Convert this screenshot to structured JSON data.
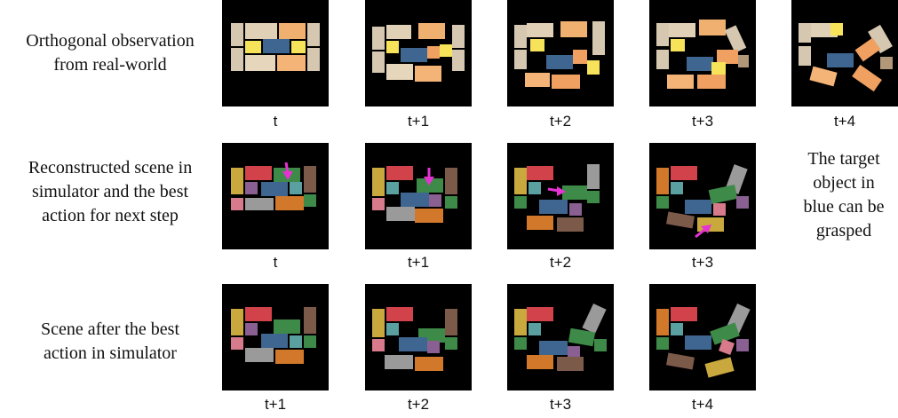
{
  "rows": [
    {
      "label_lines": [
        "Orthogonal observation",
        "from real-world"
      ],
      "style": "real",
      "tiles": [
        {
          "caption": "t"
        },
        {
          "caption": "t+1"
        },
        {
          "caption": "t+2"
        },
        {
          "caption": "t+3"
        },
        {
          "caption": "t+4"
        }
      ]
    },
    {
      "label_lines": [
        "Reconstructed scene in",
        "simulator and the best",
        "action for next step"
      ],
      "style": "sim",
      "tiles": [
        {
          "caption": "t"
        },
        {
          "caption": "t+1"
        },
        {
          "caption": "t+2"
        },
        {
          "caption": "t+3"
        }
      ]
    },
    {
      "label_lines": [
        "Scene after the best",
        "action in simulator"
      ],
      "style": "sim",
      "tiles": [
        {
          "caption": "t+1"
        },
        {
          "caption": "t+2"
        },
        {
          "caption": "t+3"
        },
        {
          "caption": "t+4"
        }
      ]
    }
  ],
  "note_lines": [
    "The target",
    "object in",
    "blue can be",
    "grasped"
  ],
  "colors": {
    "target_blue": "#3f6690",
    "action_arrow": "#e632d2",
    "real_block": "#f2a86a",
    "real_beige": "#d9cbb4",
    "real_yellow": "#f7e35a"
  }
}
